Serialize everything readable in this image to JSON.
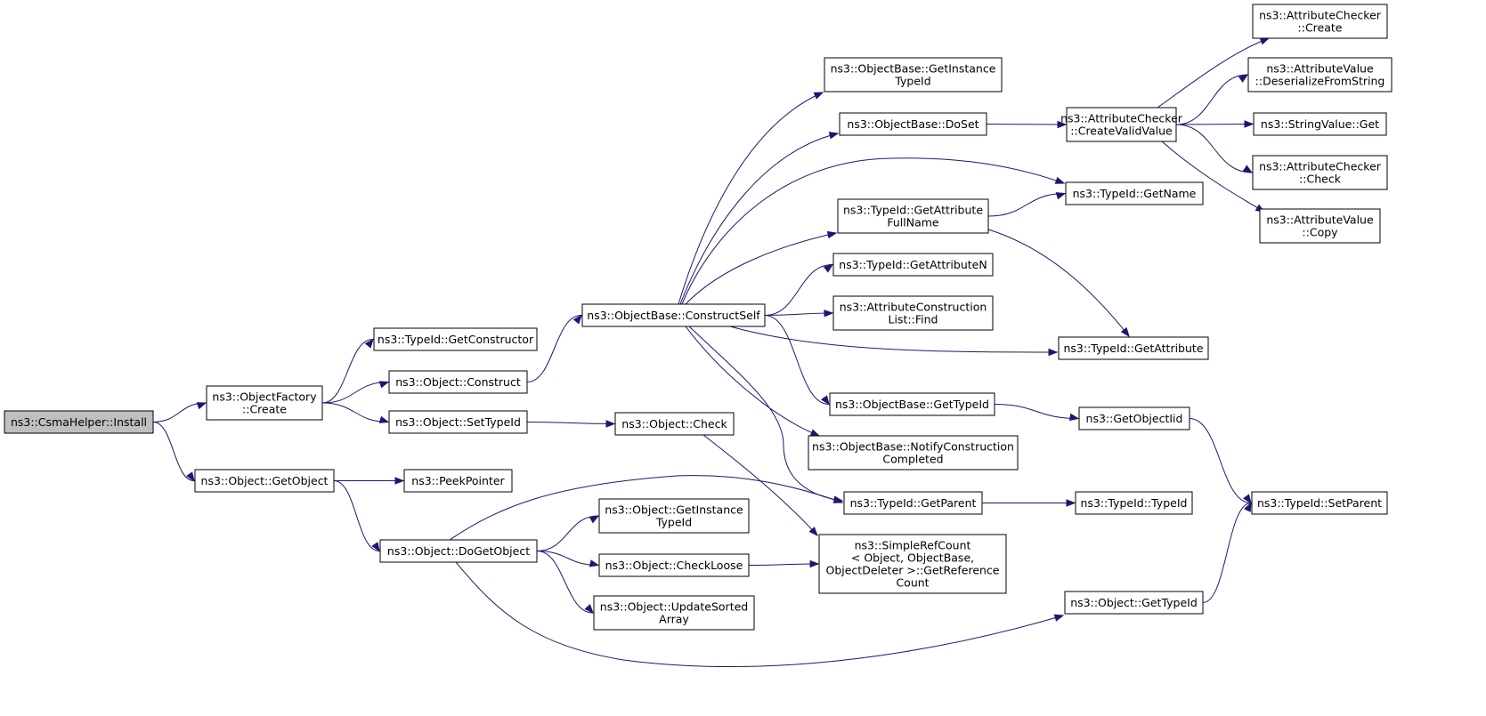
{
  "diagram": {
    "type": "call-graph",
    "edge_color": "#191970",
    "root_fill": "#bfbfbf",
    "node_fill": "#ffffff",
    "nodes": [
      {
        "id": "n0",
        "lines": [
          "ns3::CsmaHelper::Install"
        ],
        "root": true
      },
      {
        "id": "n1",
        "lines": [
          "ns3::ObjectFactory",
          "::Create"
        ]
      },
      {
        "id": "n2",
        "lines": [
          "ns3::Object::GetObject"
        ]
      },
      {
        "id": "n3",
        "lines": [
          "ns3::TypeId::GetConstructor"
        ]
      },
      {
        "id": "n4",
        "lines": [
          "ns3::Object::Construct"
        ]
      },
      {
        "id": "n5",
        "lines": [
          "ns3::Object::SetTypeId"
        ]
      },
      {
        "id": "n6",
        "lines": [
          "ns3::PeekPointer"
        ]
      },
      {
        "id": "n7",
        "lines": [
          "ns3::Object::DoGetObject"
        ]
      },
      {
        "id": "n8",
        "lines": [
          "ns3::ObjectBase::ConstructSelf"
        ]
      },
      {
        "id": "n9",
        "lines": [
          "ns3::Object::Check"
        ]
      },
      {
        "id": "n10",
        "lines": [
          "ns3::Object::GetInstance",
          "TypeId"
        ]
      },
      {
        "id": "n11",
        "lines": [
          "ns3::Object::CheckLoose"
        ]
      },
      {
        "id": "n12",
        "lines": [
          "ns3::Object::UpdateSorted",
          "Array"
        ]
      },
      {
        "id": "n13",
        "lines": [
          "ns3::ObjectBase::GetInstance",
          "TypeId"
        ]
      },
      {
        "id": "n14",
        "lines": [
          "ns3::ObjectBase::DoSet"
        ]
      },
      {
        "id": "n15",
        "lines": [
          "ns3::TypeId::GetAttribute",
          "FullName"
        ]
      },
      {
        "id": "n16",
        "lines": [
          "ns3::TypeId::GetAttributeN"
        ]
      },
      {
        "id": "n17",
        "lines": [
          "ns3::AttributeConstruction",
          "List::Find"
        ]
      },
      {
        "id": "n18",
        "lines": [
          "ns3::ObjectBase::GetTypeId"
        ]
      },
      {
        "id": "n19",
        "lines": [
          "ns3::ObjectBase::NotifyConstruction",
          "Completed"
        ]
      },
      {
        "id": "n20",
        "lines": [
          "ns3::TypeId::GetParent"
        ]
      },
      {
        "id": "n21",
        "lines": [
          "ns3::SimpleRefCount",
          "< Object, ObjectBase,",
          "ObjectDeleter >::GetReference",
          "Count"
        ]
      },
      {
        "id": "n22",
        "lines": [
          "ns3::AttributeChecker",
          "::CreateValidValue"
        ]
      },
      {
        "id": "n23",
        "lines": [
          "ns3::TypeId::GetName"
        ]
      },
      {
        "id": "n24",
        "lines": [
          "ns3::TypeId::GetAttribute"
        ]
      },
      {
        "id": "n25",
        "lines": [
          "ns3::GetObjectIid"
        ]
      },
      {
        "id": "n26",
        "lines": [
          "ns3::TypeId::TypeId"
        ]
      },
      {
        "id": "n27",
        "lines": [
          "ns3::Object::GetTypeId"
        ]
      },
      {
        "id": "n28",
        "lines": [
          "ns3::AttributeChecker",
          "::Create"
        ]
      },
      {
        "id": "n29",
        "lines": [
          "ns3::AttributeValue",
          "::DeserializeFromString"
        ]
      },
      {
        "id": "n30",
        "lines": [
          "ns3::StringValue::Get"
        ]
      },
      {
        "id": "n31",
        "lines": [
          "ns3::AttributeChecker",
          "::Check"
        ]
      },
      {
        "id": "n32",
        "lines": [
          "ns3::AttributeValue",
          "::Copy"
        ]
      },
      {
        "id": "n33",
        "lines": [
          "ns3::TypeId::SetParent"
        ]
      }
    ],
    "edges": [
      [
        "n0",
        "n1"
      ],
      [
        "n0",
        "n2"
      ],
      [
        "n1",
        "n3"
      ],
      [
        "n1",
        "n4"
      ],
      [
        "n1",
        "n5"
      ],
      [
        "n2",
        "n6"
      ],
      [
        "n2",
        "n7"
      ],
      [
        "n4",
        "n8"
      ],
      [
        "n5",
        "n9"
      ],
      [
        "n7",
        "n20"
      ],
      [
        "n7",
        "n10"
      ],
      [
        "n7",
        "n11"
      ],
      [
        "n7",
        "n12"
      ],
      [
        "n7",
        "n27"
      ],
      [
        "n8",
        "n13"
      ],
      [
        "n8",
        "n14"
      ],
      [
        "n8",
        "n23"
      ],
      [
        "n8",
        "n15"
      ],
      [
        "n8",
        "n16"
      ],
      [
        "n8",
        "n17"
      ],
      [
        "n8",
        "n24"
      ],
      [
        "n8",
        "n18"
      ],
      [
        "n8",
        "n19"
      ],
      [
        "n8",
        "n20"
      ],
      [
        "n9",
        "n21"
      ],
      [
        "n11",
        "n21"
      ],
      [
        "n14",
        "n22"
      ],
      [
        "n15",
        "n23"
      ],
      [
        "n15",
        "n24"
      ],
      [
        "n18",
        "n25"
      ],
      [
        "n20",
        "n26"
      ],
      [
        "n22",
        "n28"
      ],
      [
        "n22",
        "n29"
      ],
      [
        "n22",
        "n30"
      ],
      [
        "n22",
        "n31"
      ],
      [
        "n22",
        "n32"
      ],
      [
        "n25",
        "n33"
      ],
      [
        "n27",
        "n33"
      ]
    ]
  }
}
